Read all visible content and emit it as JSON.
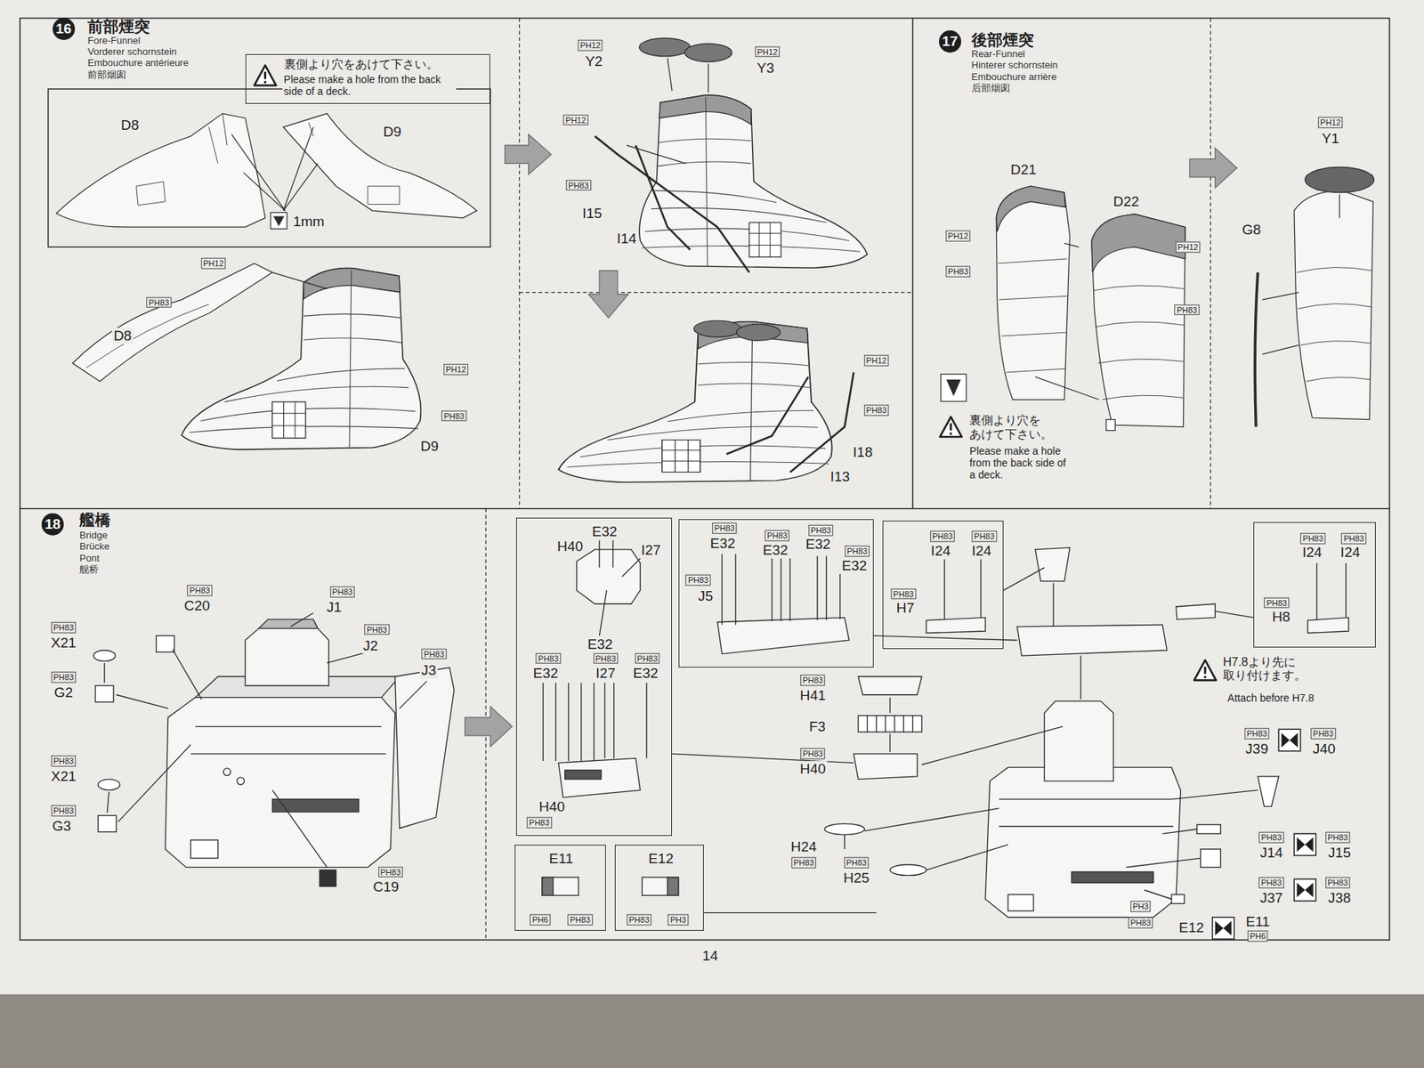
{
  "diagram": {
    "nodes": [
      {
        "text": [
          "16",
          "前部煙突",
          "Fore-Funnel",
          "Vorderer schornstein",
          "Embouchure antérieure",
          "前部烟囱"
        ]
      },
      {
        "text": [
          "裏側より穴をあけて下さい。",
          "Please make a hole from the back side of a deck."
        ],
        "in": 0
      },
      {
        "text": [
          "17",
          "後部煙突",
          "Rear-Funnel",
          "Hinterer schornstein",
          "Embouchure arrière",
          "后部烟囱"
        ]
      },
      {
        "text": [
          "18",
          "艦橋",
          "Bridge",
          "Brücke",
          "Pont",
          "舰桥"
        ]
      },
      {
        "text": [
          "H40",
          "E32",
          "I27",
          "E32",
          "PH83",
          "E32",
          "PH83",
          "I27",
          "PH83",
          "E32",
          "H40",
          "PH83"
        ],
        "in": 3
      },
      {
        "text": [
          "PH83",
          "E32",
          "PH83",
          "E32",
          "PH83",
          "E32",
          "PH83",
          "E32",
          "PH83",
          "J5"
        ],
        "in": 3
      },
      {
        "text": [
          "PH83",
          "I24",
          "PH83",
          "I24",
          "PH83",
          "H7"
        ],
        "in": 3
      },
      {
        "text": [
          "PH83",
          "I24",
          "PH83",
          "I24",
          "PH83",
          "H8"
        ],
        "in": 3
      },
      {
        "text": [
          "E11",
          "PH6",
          "PH83"
        ],
        "in": 3
      },
      {
        "text": [
          "E12",
          "PH83",
          "PH3"
        ],
        "in": 3
      }
    ],
    "labels": [
      "D8",
      "D9",
      "1mm",
      "PH12",
      "PH83",
      "D8",
      "PH12",
      "PH83",
      "D9",
      "PH12",
      "Y2",
      "PH12",
      "Y3",
      "PH12",
      "PH83",
      "I15",
      "I14",
      "PH12",
      "PH83",
      "I18",
      "I13",
      "D21",
      "D22",
      "PH12",
      "PH83",
      "PH12",
      "PH83",
      "裏側より穴を あけて下さい。",
      "Please make a hole from the back side of a deck.",
      "PH12",
      "Y1",
      "G8",
      "PH83",
      "C20",
      "PH83",
      "J1",
      "PH83",
      "J2",
      "PH83",
      "J3",
      "PH83",
      "X21",
      "PH83",
      "G2",
      "PH83",
      "X21",
      "PH83",
      "G3",
      "PH83",
      "C19",
      "PH83",
      "H41",
      "F3",
      "PH83",
      "H40",
      "H24",
      "PH83",
      "PH83",
      "H25",
      "H7.8より先に 取り付けます。",
      "Attach before H7.8",
      "PH83",
      "J39",
      "PH83",
      "J40",
      "PH83",
      "J14",
      "PH83",
      "J15",
      "PH83",
      "J37",
      "PH83",
      "J38",
      "PH3",
      "PH83",
      "E12",
      "E11",
      "PH6",
      "14"
    ]
  }
}
